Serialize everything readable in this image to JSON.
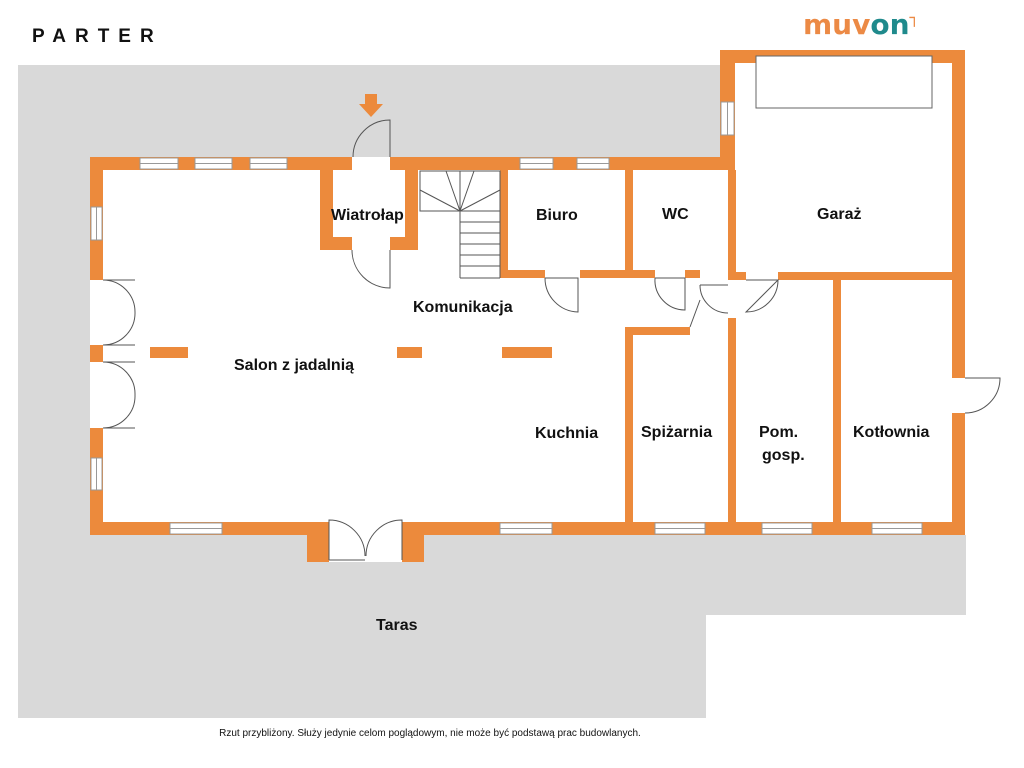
{
  "title": "PARTER",
  "logo": {
    "part1": "muv",
    "part2": "on"
  },
  "colors": {
    "wall": "#ec8a3c",
    "ground": "#d9d9d9",
    "logo_orange": "#ec8a45",
    "logo_teal": "#1f8a8c"
  },
  "rooms": {
    "wiatrolap": "Wiatrołap",
    "biuro": "Biuro",
    "wc": "WC",
    "garaz": "Garaż",
    "komunikacja": "Komunikacja",
    "salon": "Salon z jadalnią",
    "kuchnia": "Kuchnia",
    "spizarnia": "Spiżarnia",
    "pom1": "Pom.",
    "pom2": "gosp.",
    "kotlownia": "Kotłownia",
    "taras": "Taras"
  },
  "footer": "Rzut przybliżony. Służy jedynie celom poglądowym, nie może być podstawą prac budowlanych."
}
